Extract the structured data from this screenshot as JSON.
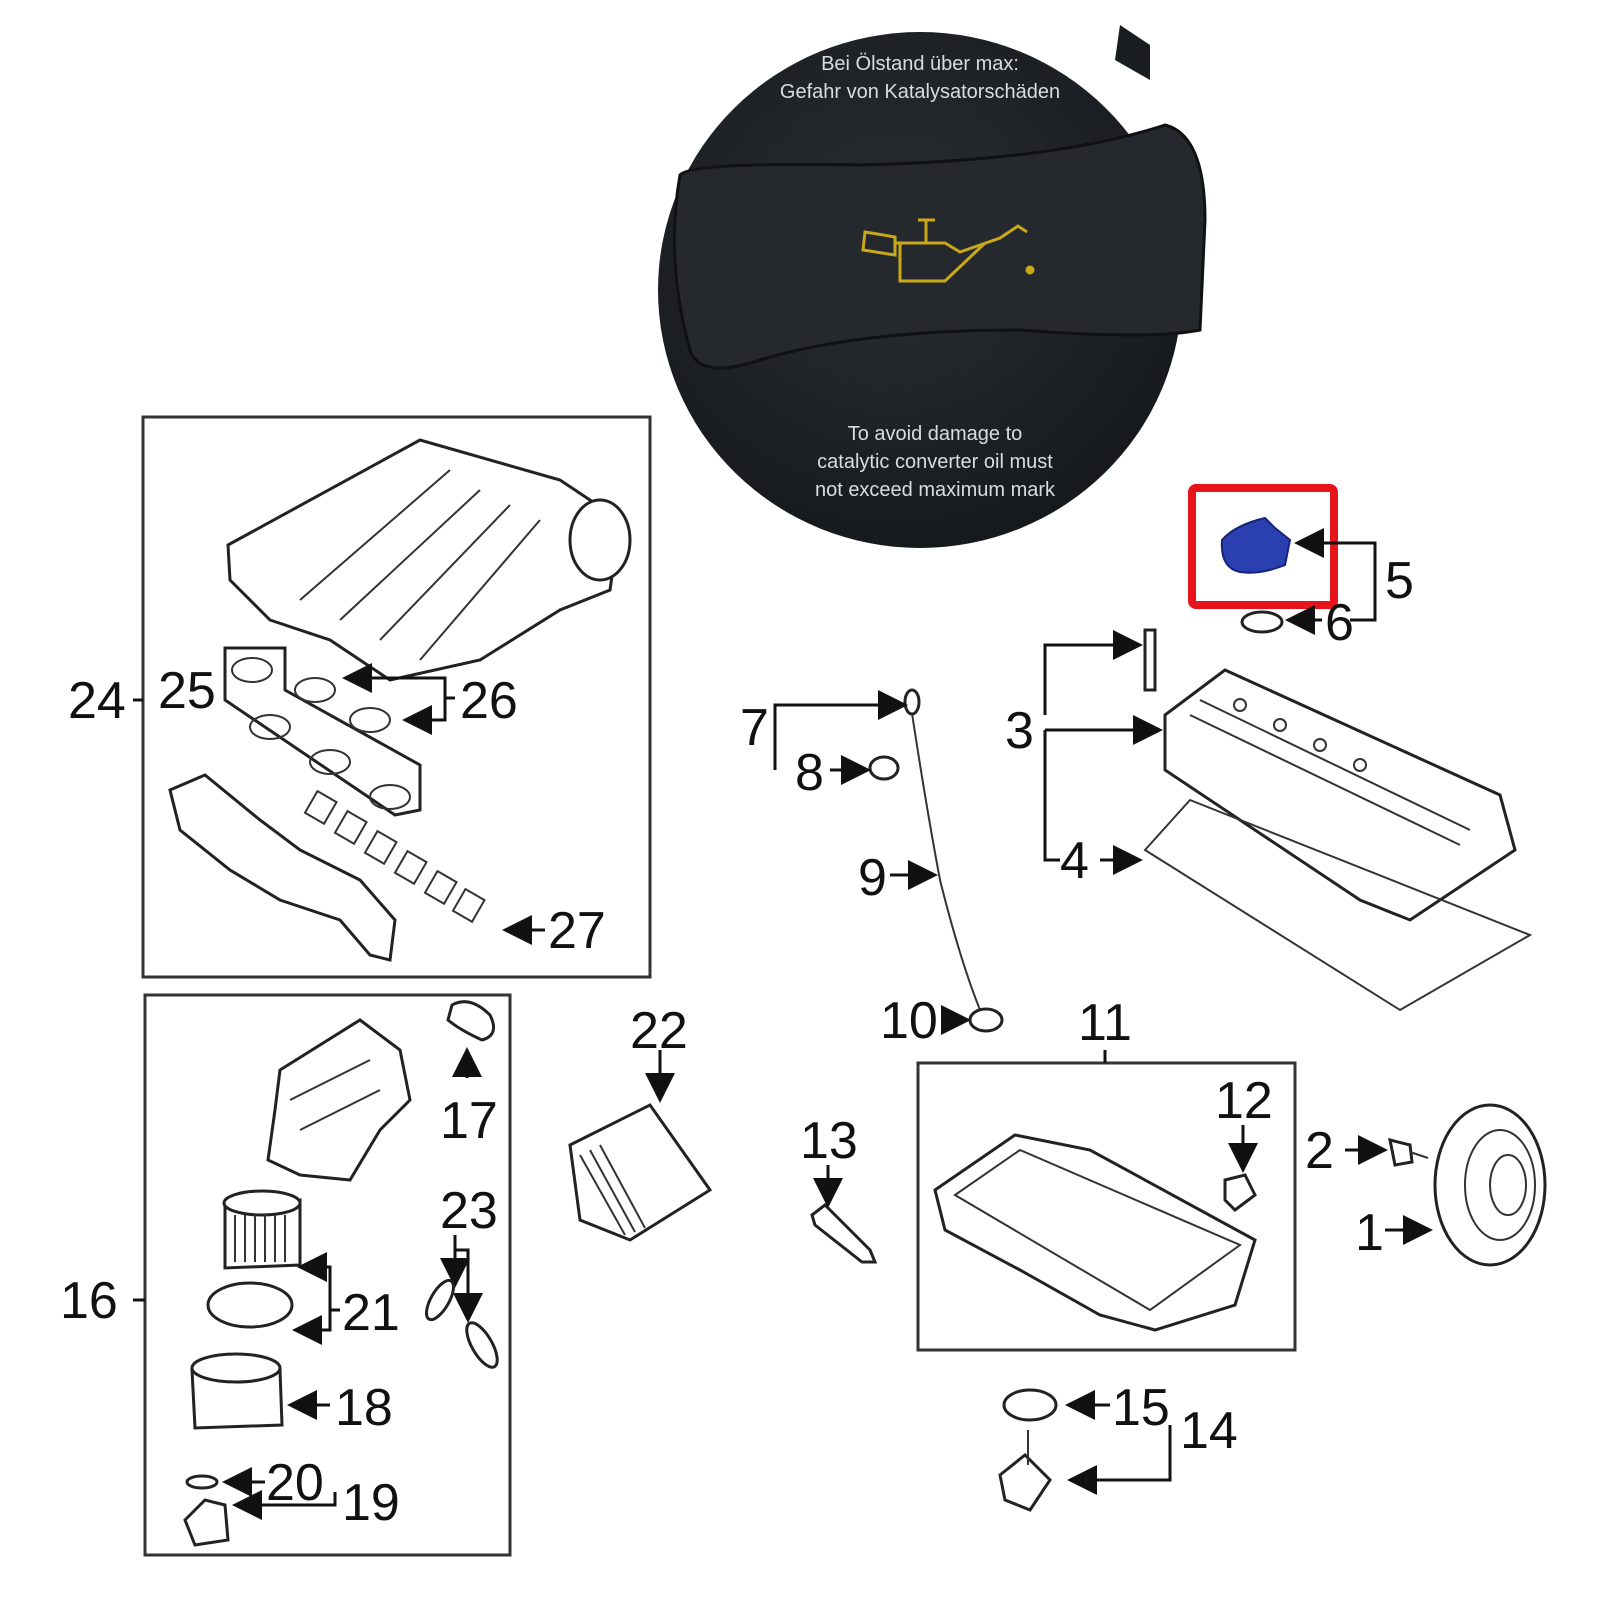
{
  "cap": {
    "text_top": [
      "Bei Ölstand über max:",
      "Gefahr von Katalysatorschäden"
    ],
    "text_bottom": [
      "To avoid damage to",
      "catalytic converter oil must",
      "not exceed maximum mark"
    ],
    "symbol": "oil-can-icon",
    "body_color": "#1e2226",
    "symbol_color": "#c9a91a"
  },
  "highlight": {
    "part": "5",
    "color": "#e8141b",
    "part_color": "#2a3fb0"
  },
  "callouts": [
    "1",
    "2",
    "3",
    "4",
    "5",
    "6",
    "7",
    "8",
    "9",
    "10",
    "11",
    "12",
    "13",
    "14",
    "15",
    "16",
    "17",
    "18",
    "19",
    "20",
    "21",
    "22",
    "23",
    "24",
    "25",
    "26",
    "27"
  ],
  "groups": {
    "intake": [
      "24",
      "25",
      "26",
      "27"
    ],
    "filter_housing": [
      "16",
      "17",
      "18",
      "19",
      "20",
      "21",
      "23"
    ],
    "oil_pan": [
      "11",
      "12"
    ]
  }
}
